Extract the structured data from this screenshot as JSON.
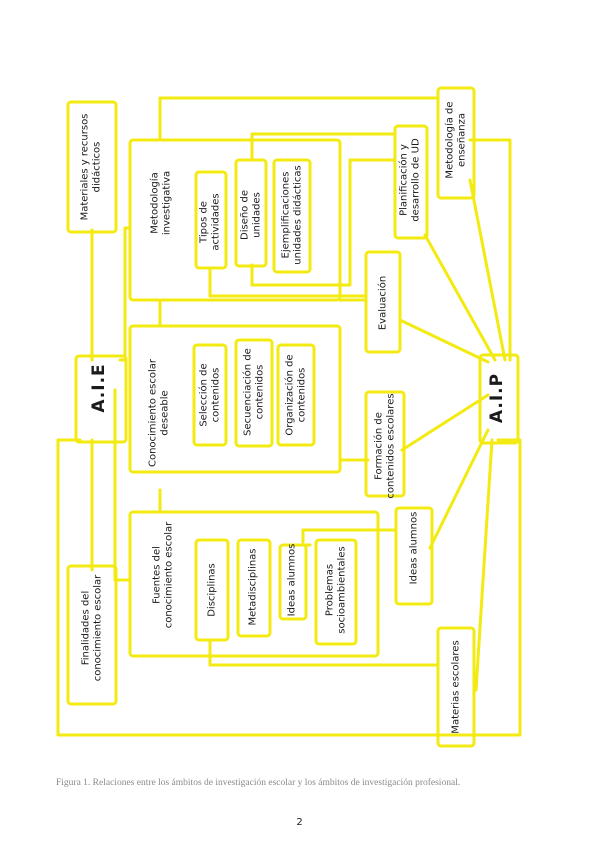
{
  "nodes": {
    "aie": "A.I.E",
    "aip": "A.I.P",
    "materiales_recursos": "Materiales y recursos\ndidácticos",
    "metodologia_investigativa": "Metodología\ninvestigativa",
    "tipos_actividades": "Tipos de\nactividades",
    "diseno_unidades": "Diseño de\nunidades",
    "ejemplificaciones": "Ejemplificaciones\nunidades didácticas",
    "planificacion": "Planificación y\ndesarrollo de UD",
    "metodologia_ensenanza": "Metodología de\nenseñanza",
    "evaluacion": "Evaluación",
    "conocimiento_deseable": "Conocimiento escolar\ndeseable",
    "seleccion": "Selección de\ncontenidos",
    "secuenciacion": "Secuenciación de\ncontenidos",
    "organizacion": "Organización de\ncontenidos",
    "formacion": "Formación de\ncontenidos escolares",
    "fuentes": "Fuentes del\nconocimiento escolar",
    "disciplinas": "Disciplinas",
    "metadisciplinas": "Metadisciplinas",
    "ideas_alumnos_inner": "Ideas alumnos",
    "problemas": "Problemas\nsocioambientales",
    "ideas_alumnos": "Ideas alumnos",
    "finalidades": "Finalidades del\nconocimiento escolar",
    "materias_escolares": "Materias escolares"
  },
  "caption": "Figura 1. Relaciones entre los ámbitos de investigación escolar y los ámbitos de investigación profesional.",
  "page_number": "2",
  "colors": {
    "line": "#f2ea10",
    "text": "#1a1a1a",
    "caption": "#8a8a8a"
  }
}
